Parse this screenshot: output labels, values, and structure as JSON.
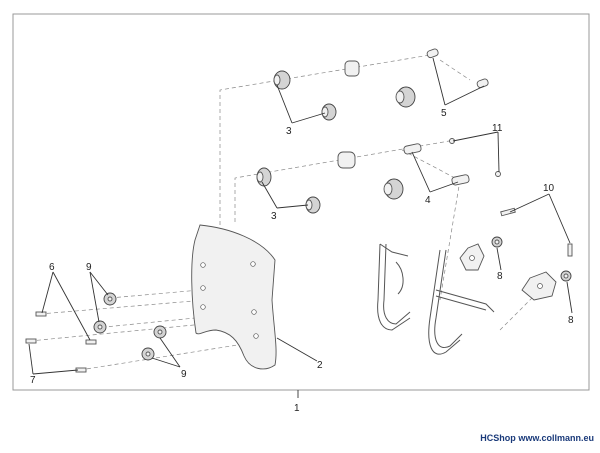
{
  "callouts": {
    "c1": "1",
    "c2": "2",
    "c3a": "3",
    "c3b": "3",
    "c4": "4",
    "c5": "5",
    "c6": "6",
    "c7": "7",
    "c8a": "8",
    "c8b": "8",
    "c9a": "9",
    "c9b": "9",
    "c10": "10",
    "c11": "11"
  },
  "footer": {
    "shop": "HCShop",
    "url": "www.collmann.eu"
  }
}
